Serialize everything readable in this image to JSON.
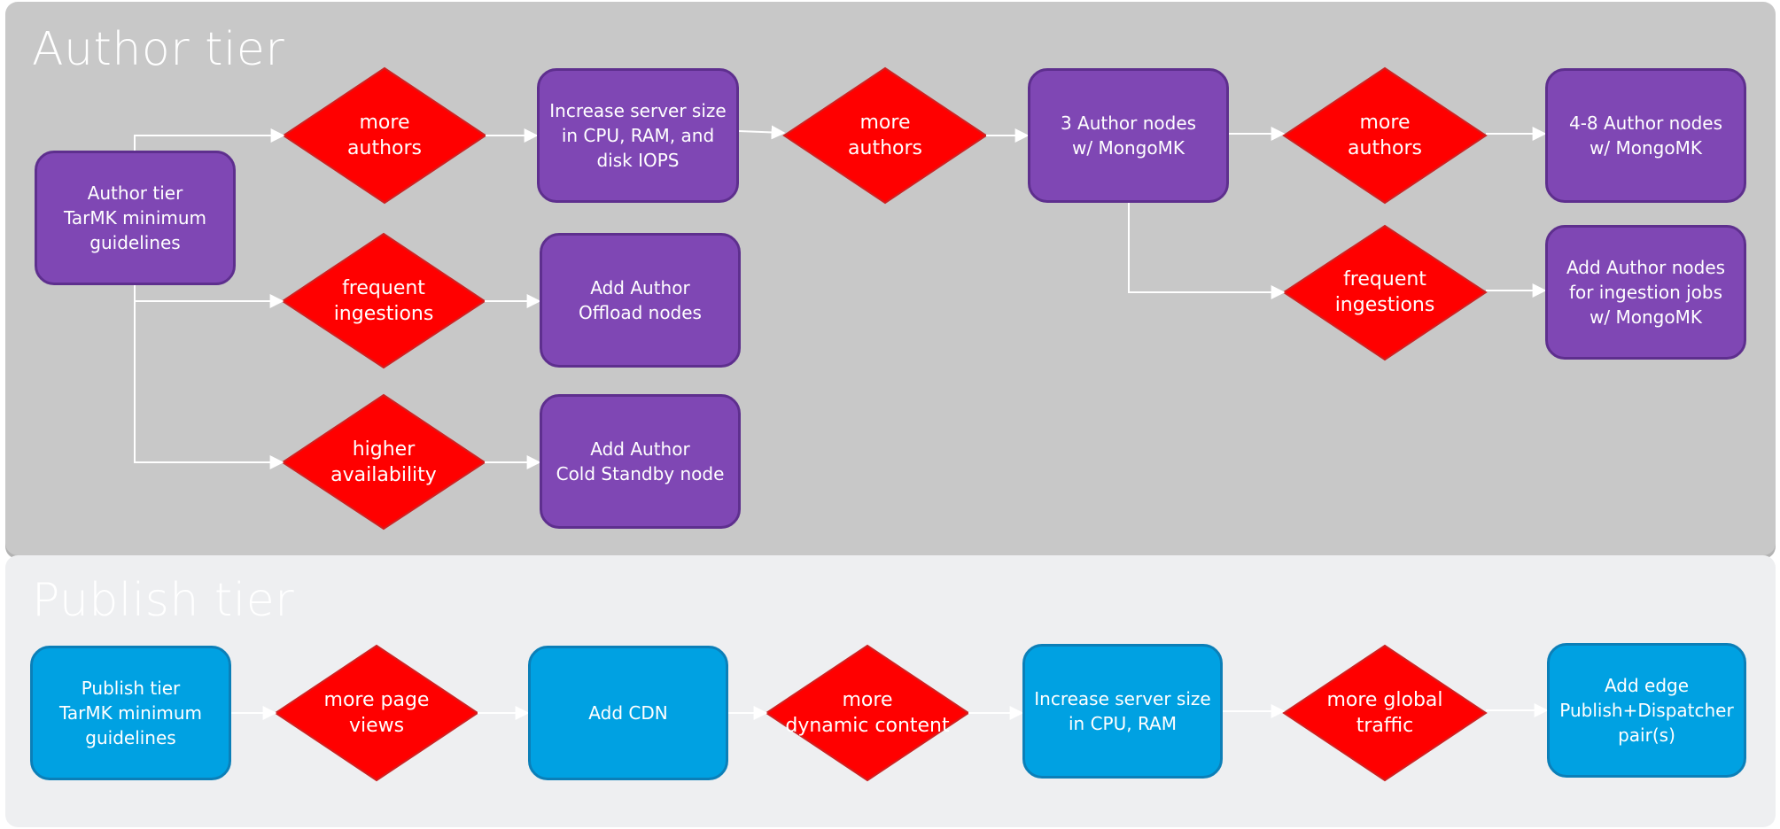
{
  "author_tier": {
    "title": "Author tier",
    "start": "Author tier\nTarMK minimum\nguidelines",
    "decisions": {
      "more_authors_1": "more\nauthors",
      "more_authors_2": "more\nauthors",
      "more_authors_3": "more\nauthors",
      "frequent_ingestions_1": "frequent\ningestions",
      "frequent_ingestions_2": "frequent\ningestions",
      "higher_availability": "higher\navailability"
    },
    "actions": {
      "increase_server_size": "Increase server size\nin CPU, RAM, and\ndisk IOPS",
      "three_author_nodes": "3 Author nodes\nw/ MongoMK",
      "four_eight_author_nodes": "4-8 Author nodes\nw/ MongoMK",
      "add_offload_nodes": "Add Author\nOffload nodes",
      "add_cold_standby": "Add Author\nCold Standby node",
      "add_ingestion_nodes": "Add Author nodes\nfor ingestion jobs\nw/ MongoMK"
    }
  },
  "publish_tier": {
    "title": "Publish tier",
    "start": "Publish tier\nTarMK minimum\nguidelines",
    "decisions": {
      "more_page_views": "more page\nviews",
      "more_dynamic_content": "more\ndynamic content",
      "more_global_traffic": "more global\ntraffic"
    },
    "actions": {
      "add_cdn": "Add CDN",
      "increase_server_size": "Increase server size\nin CPU, RAM",
      "add_edge_pairs": "Add edge\nPublish+Dispatcher\npair(s)"
    }
  },
  "colors": {
    "author_panel": "#c8c8c8",
    "publish_panel": "#eeeff1",
    "author_node": "#7f47b4",
    "publish_node": "#00a1e2",
    "decision": "#ff0000",
    "connector": "#ffffff"
  }
}
